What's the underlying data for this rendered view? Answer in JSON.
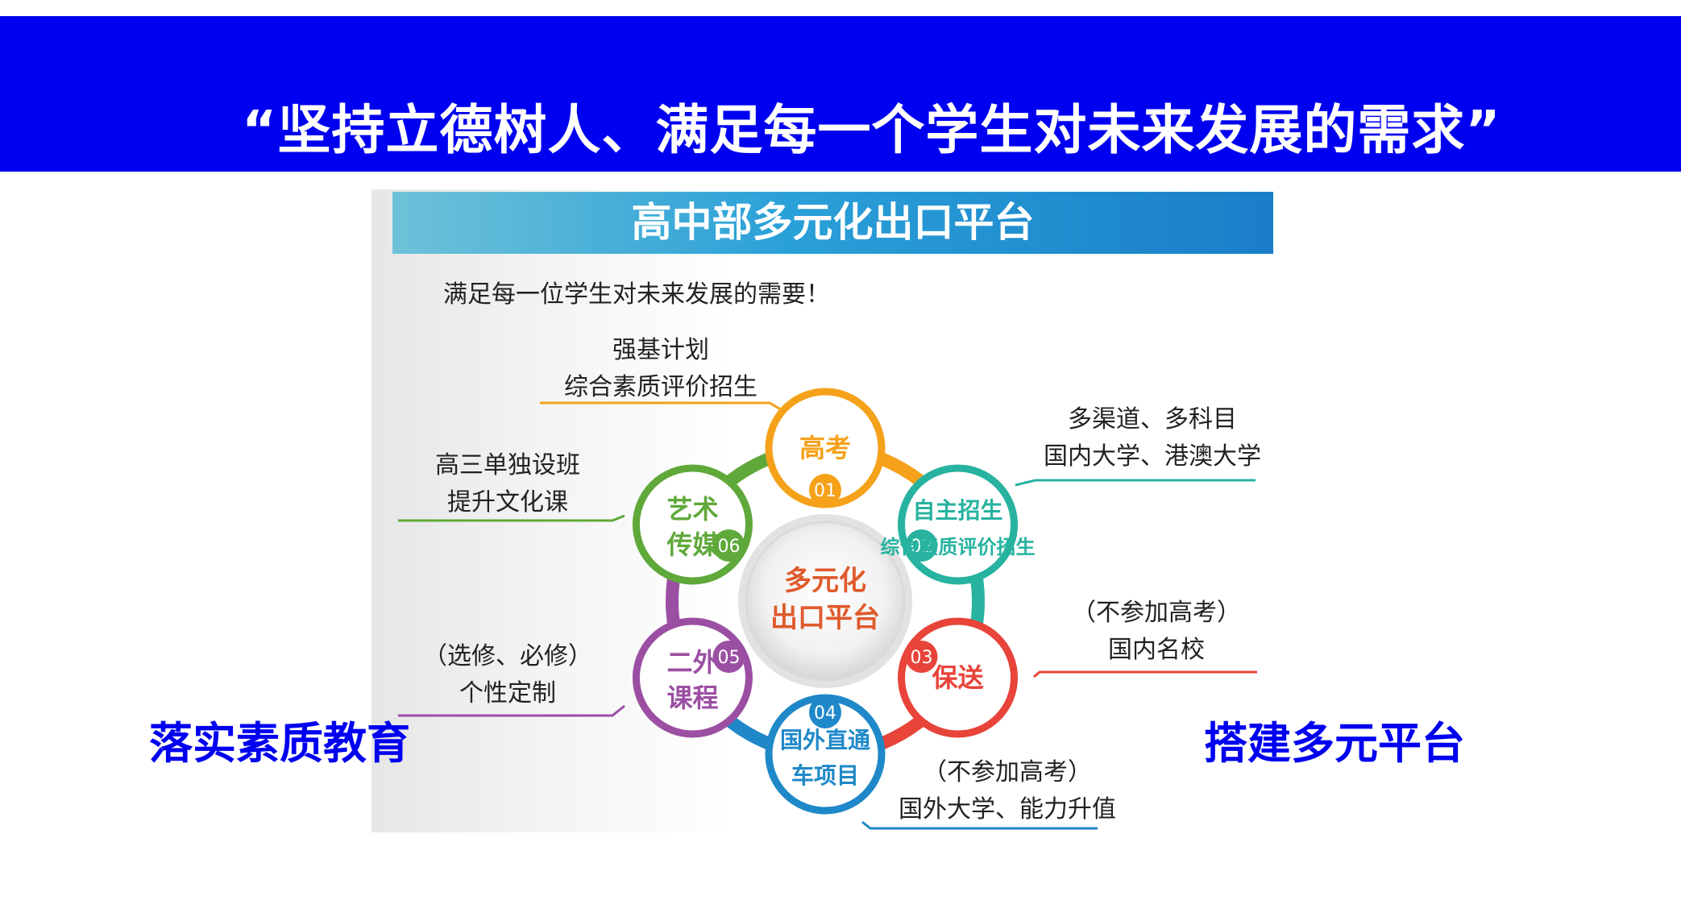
{
  "header": {
    "title": "“坚持立德树人、满足每一个学生对未来发展的需求”"
  },
  "panel": {
    "title": "高中部多元化出口平台",
    "subtitle": "满足每一位学生对未来发展的需要！",
    "center": {
      "line1": "多元化",
      "line2": "出口平台"
    },
    "nodes": [
      {
        "number": "01",
        "line1": "高考",
        "line2": "",
        "color": "#f5a11a"
      },
      {
        "number": "02",
        "line1": "自主招生",
        "line2": "综合素质评价招生",
        "color": "#27b3a0"
      },
      {
        "number": "03",
        "line1": "保送",
        "line2": "",
        "color": "#e8443a"
      },
      {
        "number": "04",
        "line1": "国外直通",
        "line2": "车项目",
        "color": "#1e88c8"
      },
      {
        "number": "05",
        "line1": "二外",
        "line2": "课程",
        "color": "#9b4fa3"
      },
      {
        "number": "06",
        "line1": "艺术",
        "line2": "传媒",
        "color": "#5fa83a"
      }
    ],
    "annotations": {
      "gaokao": [
        "强基计划",
        "综合素质评价招生"
      ],
      "zizhu": [
        "多渠道、多科目",
        "国内大学、港澳大学"
      ],
      "baosong": [
        "（不参加高考）",
        "国内名校"
      ],
      "guowai": [
        "（不参加高考）",
        "国外大学、能力升值"
      ],
      "erwai": [
        "（选修、必修）",
        "个性定制"
      ],
      "yishu": [
        "高三单独设班",
        "提升文化课"
      ]
    }
  },
  "side_labels": {
    "left": "落实素质教育",
    "right": "搭建多元平台"
  }
}
